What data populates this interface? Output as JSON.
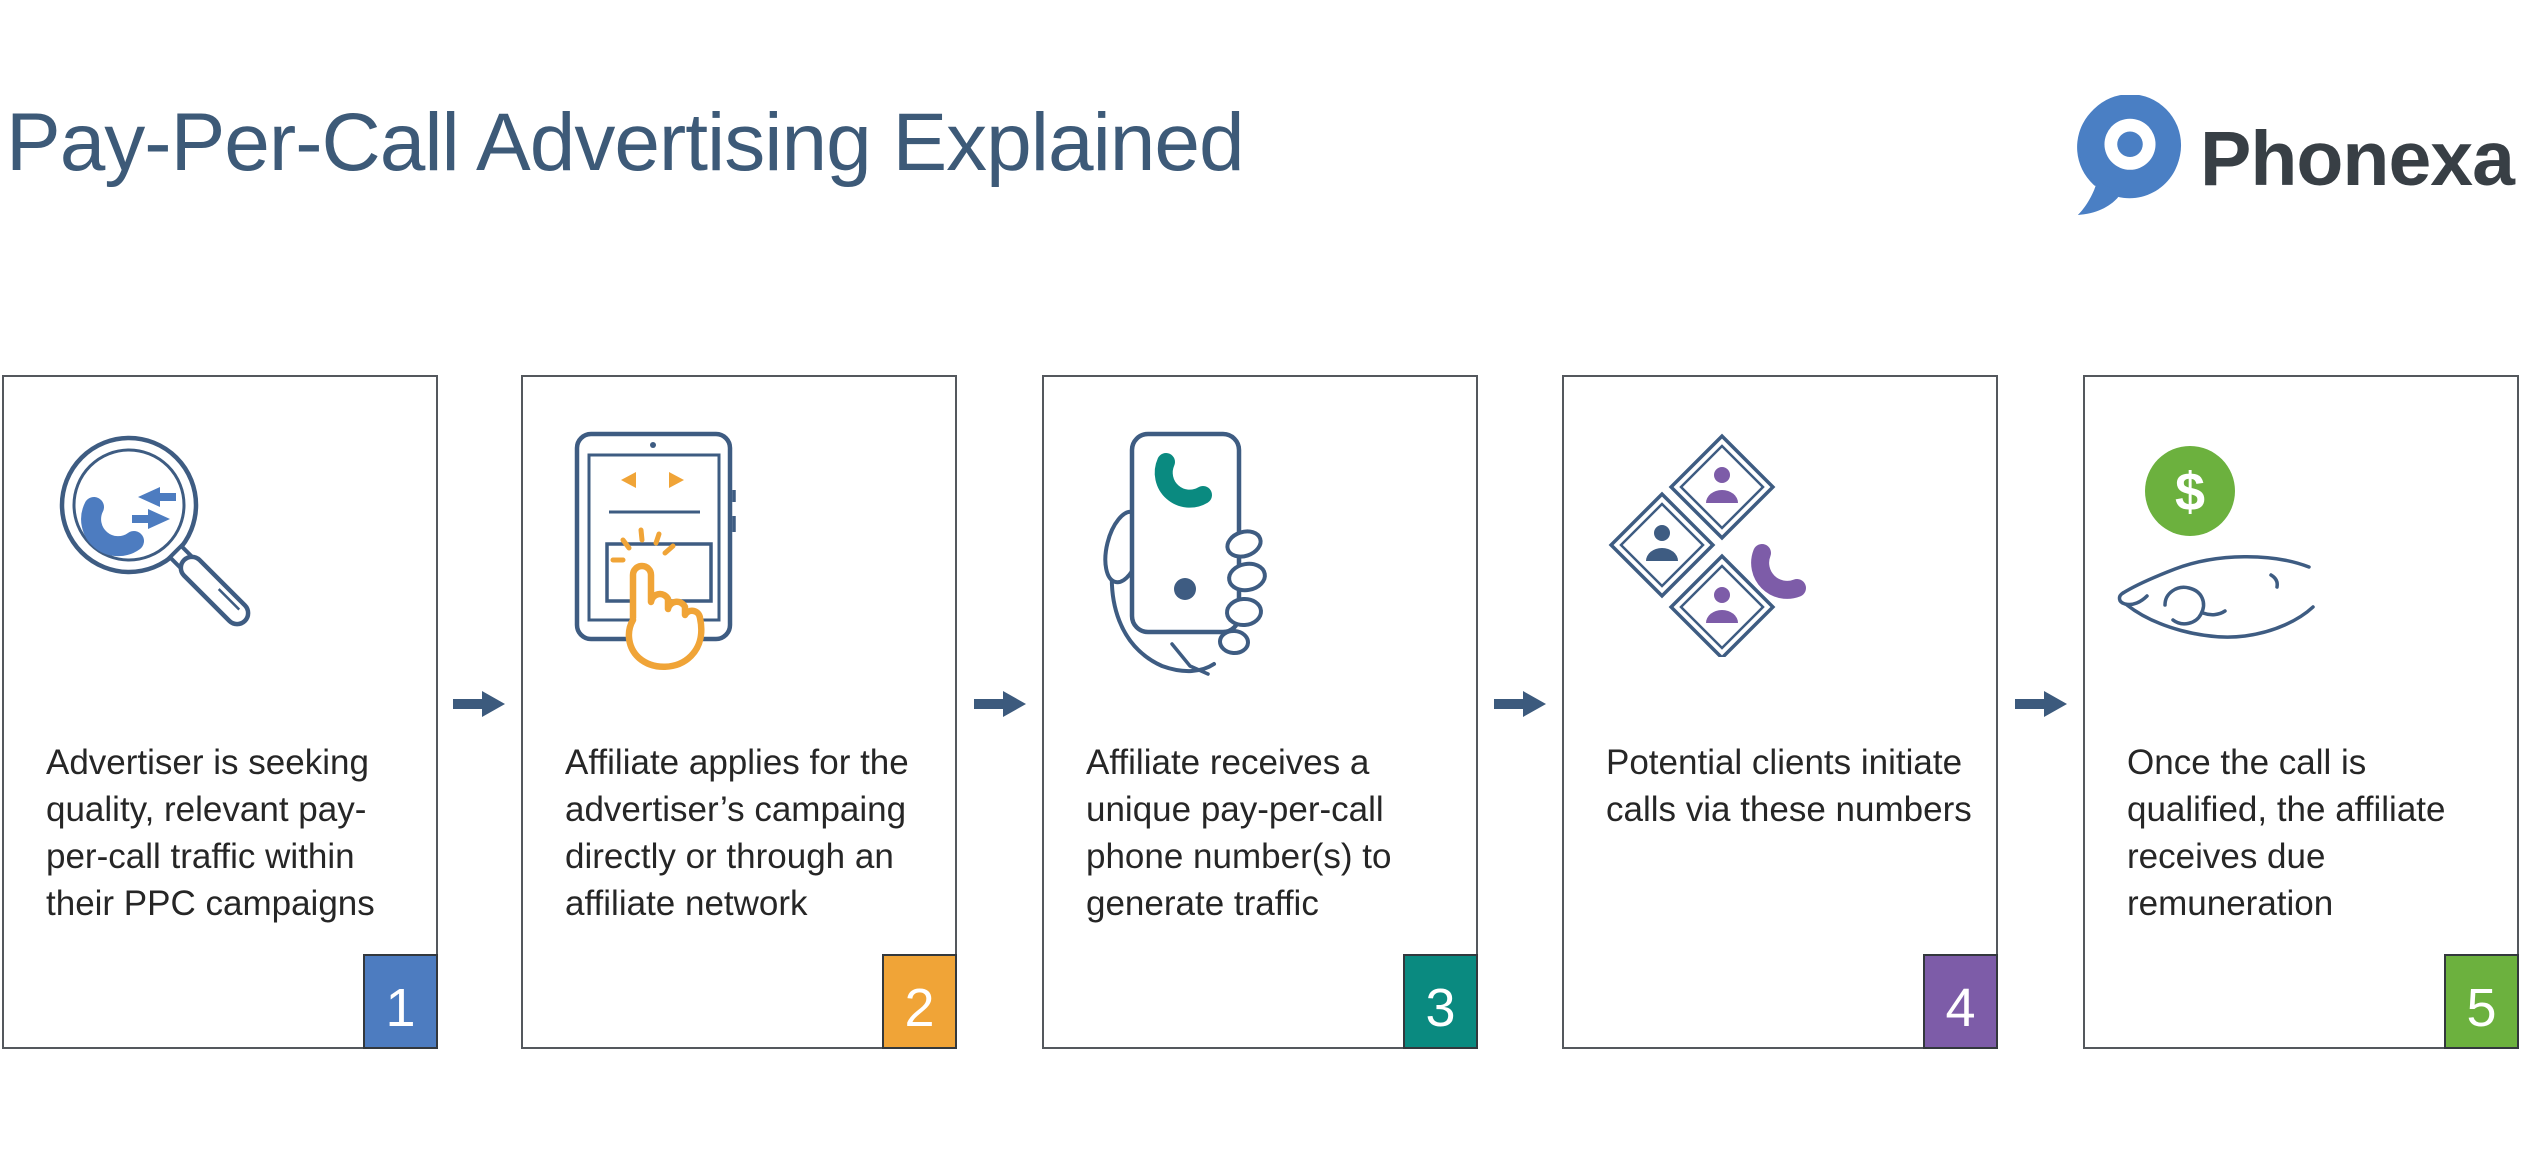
{
  "header": {
    "title": "Pay-Per-Call Advertising Explained",
    "logo": {
      "brand": "Phonexa",
      "registered_mark": "®",
      "mark_icon": "phonexa-bubble-pin-icon",
      "mark_color": "#4a7fc4",
      "text_color": "#383f45"
    }
  },
  "flow": {
    "arrow_icon": "right-arrow-icon",
    "arrow_color": "#3c5a7d",
    "steps": [
      {
        "number": "1",
        "badge_color": "#4d7cc0",
        "icon": "magnifier-call-icon",
        "icon_accent_color": "#4d7cc0",
        "text": "Advertiser is seeking quality, relevant pay-per-call traffic within their PPC campaigns"
      },
      {
        "number": "2",
        "badge_color": "#f0a437",
        "icon": "tablet-tap-icon",
        "icon_accent_color": "#f0a437",
        "text": "Affiliate applies for the advertiser’s campaing directly or through an affiliate network"
      },
      {
        "number": "3",
        "badge_color": "#0a8a80",
        "icon": "phone-in-hand-icon",
        "icon_accent_color": "#0a8a80",
        "text": "Affiliate receives a unique pay-per-call phone number(s) to generate traffic"
      },
      {
        "number": "4",
        "badge_color": "#7d5ca8",
        "icon": "clients-calling-icon",
        "icon_accent_color": "#7d5ca8",
        "text": "Potential clients initiate calls via these numbers"
      },
      {
        "number": "5",
        "badge_color": "#6cb13e",
        "icon": "payout-hand-icon",
        "icon_accent_color": "#6cb13e",
        "text": "Once the call is qualified, the affiliate receives due remuneration"
      }
    ]
  },
  "colors": {
    "title_text": "#3d5a78",
    "body_text": "#262626",
    "card_border": "#54585d",
    "icon_outline_navy": "#3e5c82"
  }
}
